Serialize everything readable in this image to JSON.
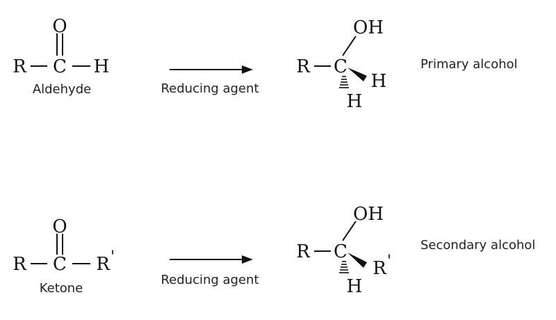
{
  "reactions": [
    {
      "reactant": {
        "left_group": "R",
        "center": "C",
        "double_bonded": "O",
        "right_group": "H",
        "right_prime": "",
        "label": "Aldehyde"
      },
      "reagent": "Reducing agent",
      "product": {
        "left_group": "R",
        "center": "C",
        "top_group": "OH",
        "wedge_group": "H",
        "wedge_prime": "",
        "hash_group": "H",
        "label": "Primary alcohol"
      }
    },
    {
      "reactant": {
        "left_group": "R",
        "center": "C",
        "double_bonded": "O",
        "right_group": "R",
        "right_prime": "'",
        "label": "Ketone"
      },
      "reagent": "Reducing agent",
      "product": {
        "left_group": "R",
        "center": "C",
        "top_group": "OH",
        "wedge_group": "R",
        "wedge_prime": "'",
        "hash_group": "H",
        "label": "Secondary alcohol"
      }
    }
  ],
  "colors": {
    "ink": "#111111",
    "background": "#ffffff"
  }
}
